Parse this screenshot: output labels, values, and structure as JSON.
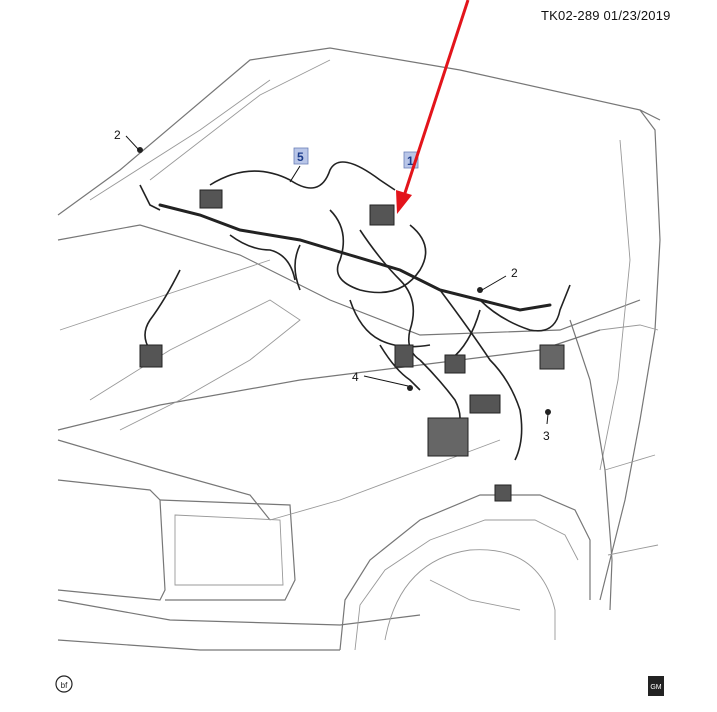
{
  "header": {
    "reference": "TK02-289  01/23/2019"
  },
  "callouts": [
    {
      "id": "c2a",
      "label": "2",
      "boxed": false
    },
    {
      "id": "c5",
      "label": "5",
      "boxed": true
    },
    {
      "id": "c1",
      "label": "1",
      "boxed": true
    },
    {
      "id": "c2b",
      "label": "2",
      "boxed": false
    },
    {
      "id": "c4",
      "label": "4",
      "boxed": false
    },
    {
      "id": "c3",
      "label": "3",
      "boxed": false
    }
  ],
  "footer": {
    "left_badge": "bf",
    "right_logo": "GM"
  },
  "colors": {
    "arrow": "#e3141b",
    "callout_box": "#b9c6e8",
    "line": "#777777",
    "harness": "#222222"
  }
}
